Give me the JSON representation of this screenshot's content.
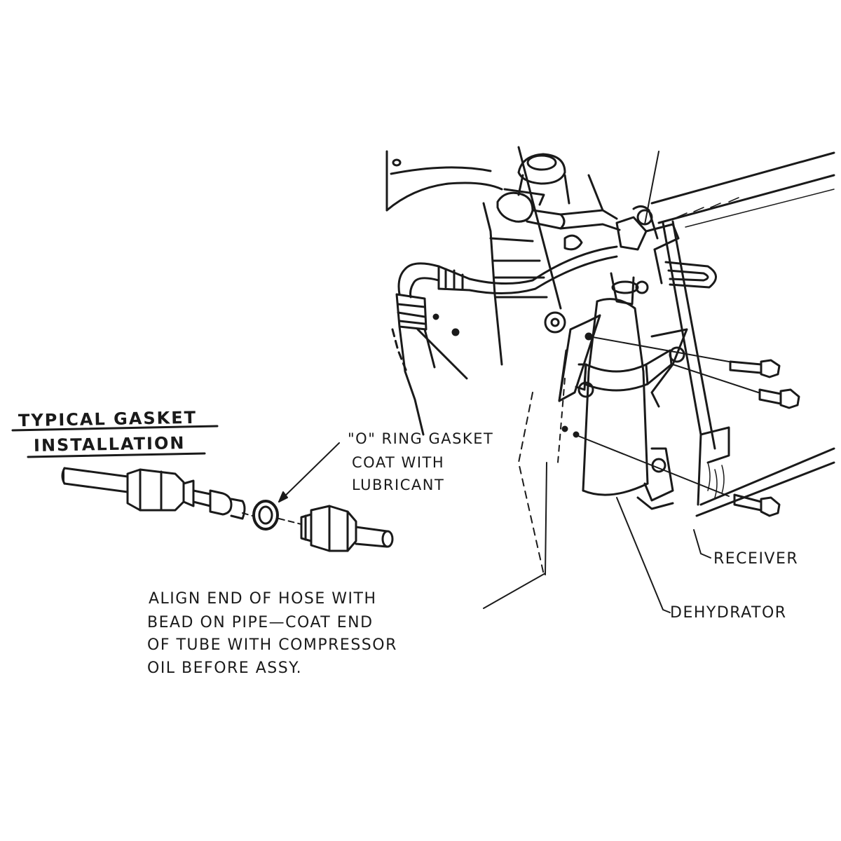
{
  "heading": {
    "line1": "TYPICAL GASKET",
    "line2": "INSTALLATION"
  },
  "oring_note": {
    "line1": "\"O\" RING GASKET",
    "line2": "COAT WITH",
    "line3": "LUBRICANT"
  },
  "hose_note": {
    "line1": "ALIGN END OF HOSE WITH",
    "line2": "BEAD ON PIPE—COAT END",
    "line3": "OF TUBE WITH COMPRESSOR",
    "line4": "OIL BEFORE ASSY."
  },
  "labels": {
    "receiver": "RECEIVER",
    "dehydrator": "DEHYDRATOR"
  },
  "colors": {
    "ink": "#1a1a1a",
    "background": "#ffffff"
  }
}
